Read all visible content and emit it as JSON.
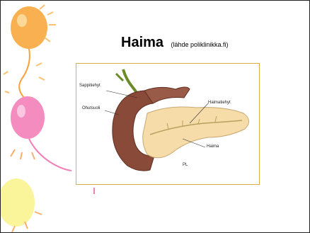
{
  "slide": {
    "title": "Haima",
    "source": "(lähde poliklinikka.fi)"
  },
  "figure": {
    "labels": {
      "sappitiehyt": "Sappitiehyt",
      "ohutsuoli": "Ohutsuoli",
      "haimatiehyt": "Haimatiehyt",
      "haima": "Haima",
      "corner": "PL"
    }
  },
  "decoration": {
    "balloon_colors": [
      "#f8a848",
      "#f080b8",
      "#f8f078"
    ],
    "accent_color": "#d8b04a"
  }
}
